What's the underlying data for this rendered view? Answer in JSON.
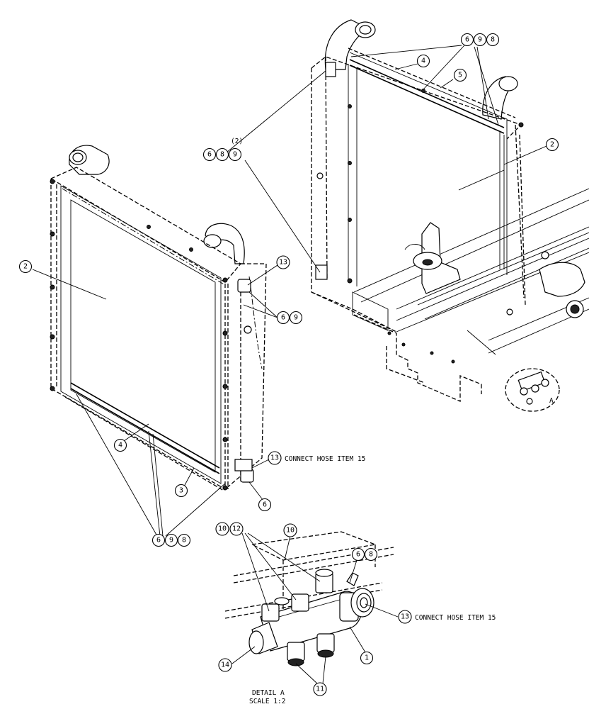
{
  "callouts": {
    "c6_top": "6",
    "c9_top": "9",
    "c8_top": "8",
    "c4_top": "4",
    "c5_top": "5",
    "c2_right": "2",
    "qty2": "(2)",
    "c6_mid": "6",
    "c8_mid": "8",
    "c9_mid": "9",
    "c2_left": "2",
    "c13_left": "13",
    "c6_side": "6",
    "c9_side": "9",
    "c4_bottom": "4",
    "c3_bottom": "3",
    "c13_lower": "13",
    "c6_lower": "6",
    "c6_bot": "6",
    "c9_bot": "9",
    "c8_bot": "8",
    "c10_a": "10",
    "c12": "12",
    "c10_b": "10",
    "c6_det": "6",
    "c8_det": "8",
    "c13_det": "13",
    "c14": "14",
    "c1": "1",
    "c11": "11"
  },
  "notes": {
    "connect_hose_1": "CONNECT HOSE ITEM 15",
    "connect_hose_2": "CONNECT HOSE ITEM 15",
    "detail_ref": "A",
    "detail_title": "DETAIL  A",
    "detail_scale": "SCALE  1:2"
  }
}
